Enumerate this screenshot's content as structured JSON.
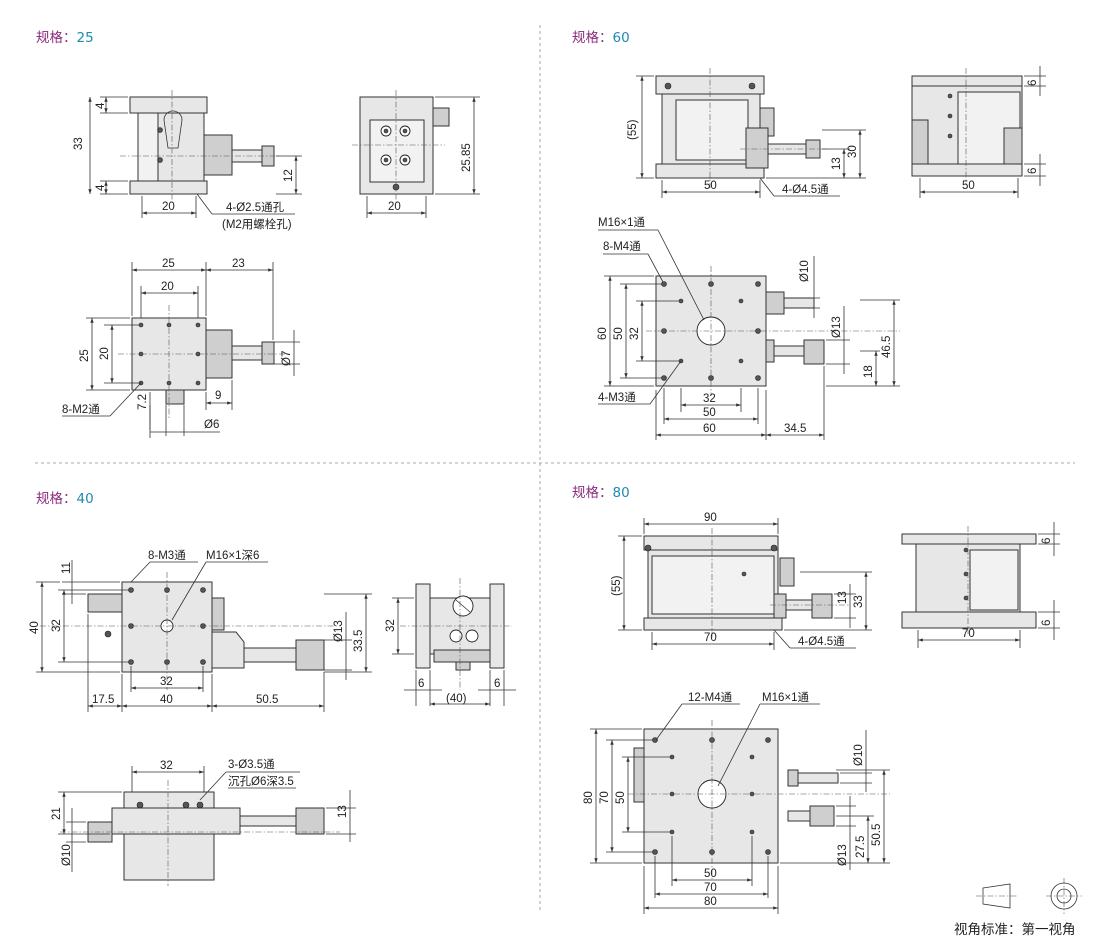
{
  "colors": {
    "title_label": "#8a2d7f",
    "title_value": "#1e8ab4",
    "line": "#333333",
    "fill": "#e7e7e7"
  },
  "s25": {
    "label": "规格：",
    "value": "25",
    "front": {
      "d_top": "4",
      "d_height": "33",
      "d_bottom": "4",
      "d_axis": "12",
      "d_base": "20",
      "hole_note1": "4-Ø2.5通孔",
      "hole_note2": "(M2用螺栓孔)"
    },
    "side": {
      "d_height": "25.85",
      "d_base": "20"
    },
    "top": {
      "d_25": "25",
      "d_23": "23",
      "d_20w": "20",
      "d_25v": "25",
      "d_20v": "20",
      "d_7": "Ø7",
      "d_72": "7.2",
      "d_9": "9",
      "d_6": "Ø6",
      "tap_note": "8-M2通"
    }
  },
  "s60": {
    "label": "规格：",
    "value": "60",
    "front": {
      "d_55": "(55)",
      "d_50": "50",
      "d_30": "30",
      "d_13": "13",
      "hole_note": "4-Ø4.5通"
    },
    "side": {
      "d_6a": "6",
      "d_6b": "6",
      "d_50": "50"
    },
    "top": {
      "center_note": "M16×1通",
      "tap_note": "8-M4通",
      "d_60": "60",
      "d_50": "50",
      "d_32": "32",
      "d_10": "Ø10",
      "d_13": "Ø13",
      "d_465": "46.5",
      "d_18": "18",
      "m3_note": "4-M3通",
      "d_32w": "32",
      "d_50w": "50",
      "d_60w": "60",
      "d_345": "34.5"
    }
  },
  "s40": {
    "label": "规格：",
    "value": "40",
    "top": {
      "tap_note": "8-M3通",
      "center_note": "M16×1深6",
      "d_11": "11",
      "d_40": "40",
      "d_32": "32",
      "d_335": "33.5",
      "d_13": "Ø13",
      "d_32w": "32",
      "d_175": "17.5",
      "d_40w": "40",
      "d_505": "50.5"
    },
    "side": {
      "d_32": "32",
      "d_6a": "6",
      "d_40": "(40)",
      "d_6b": "6"
    },
    "front": {
      "d_32": "32",
      "note1": "3-Ø3.5通",
      "note2": "沉孔Ø6深3.5",
      "d_21": "21",
      "d_13": "13",
      "d_10": "Ø10"
    }
  },
  "s80": {
    "label": "规格：",
    "value": "80",
    "front": {
      "d_90": "90",
      "d_55": "(55)",
      "d_13": "13",
      "d_33": "33",
      "d_70": "70",
      "hole_note": "4-Ø4.5通"
    },
    "side": {
      "d_6a": "6",
      "d_6b": "6",
      "d_70": "70"
    },
    "top": {
      "tap_note": "12-M4通",
      "center_note": "M16×1通",
      "d_80": "80",
      "d_70": "70",
      "d_50": "50",
      "d_10": "Ø10",
      "d_505": "50.5",
      "d_275": "27.5",
      "d_13": "Ø13",
      "d_50w": "50",
      "d_70w": "70",
      "d_80w": "80"
    }
  },
  "legend": {
    "text": "视角标准：第一视角"
  }
}
